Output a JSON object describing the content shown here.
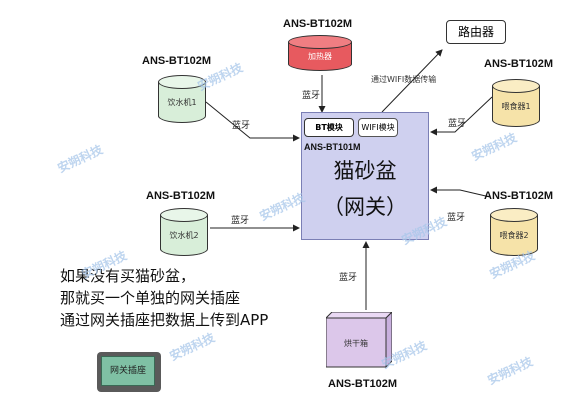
{
  "diagram": {
    "model_code": "ANS-BT102M",
    "gateway": {
      "title": "猫砂盆",
      "subtitle": "（网关）",
      "model": "ANS-BT101M",
      "bt_module": "BT模块",
      "wifi_module": "WIFI模块"
    },
    "router": {
      "label": "路由器",
      "link_label": "通过WIFI数据传输"
    },
    "devices": {
      "heater": "加热器",
      "water1": "饮水机1",
      "water2": "饮水机2",
      "feeder1": "喂食器1",
      "feeder2": "喂食器2",
      "dryer": "烘干箱"
    },
    "link_label": "蓝牙",
    "note_lines": [
      "如果没有买猫砂盆，",
      "那就买一个单独的网关插座",
      "通过网关插座把数据上传到APP"
    ],
    "socket_label": "网关插座",
    "watermark": "安朔科技",
    "colors": {
      "heater": "#e75a5f",
      "water": "#d8eed9",
      "feeder": "#f6e3a9",
      "dryer": "#dcc7ea",
      "gateway": "#cfd0ef",
      "socket": "#7fc0a4",
      "watermark": "#a9c7ea"
    }
  }
}
